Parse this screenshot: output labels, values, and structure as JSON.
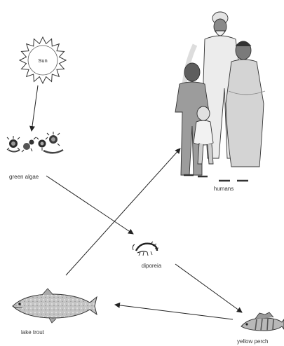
{
  "diagram": {
    "nodes": {
      "sun": {
        "label": "Sun"
      },
      "green_algae": {
        "label": "green algae"
      },
      "diporeia": {
        "label": "diporeia"
      },
      "lake_trout": {
        "label": "lake trout"
      },
      "yellow_perch": {
        "label": "yellow perch"
      },
      "humans": {
        "label": "humans"
      }
    },
    "edges": [
      {
        "from": "Sun",
        "to": "green algae"
      },
      {
        "from": "green algae",
        "to": "diporeia"
      },
      {
        "from": "diporeia",
        "to": "yellow perch"
      },
      {
        "from": "yellow perch",
        "to": "lake trout"
      },
      {
        "from": "lake trout",
        "to": "humans"
      }
    ],
    "colors": {
      "line": "#222222",
      "sun_fill": "#ffffff",
      "fish_fill": "#bdbdbd",
      "skin": "#7a7a7a",
      "clothing": "#d9d9d9"
    }
  }
}
